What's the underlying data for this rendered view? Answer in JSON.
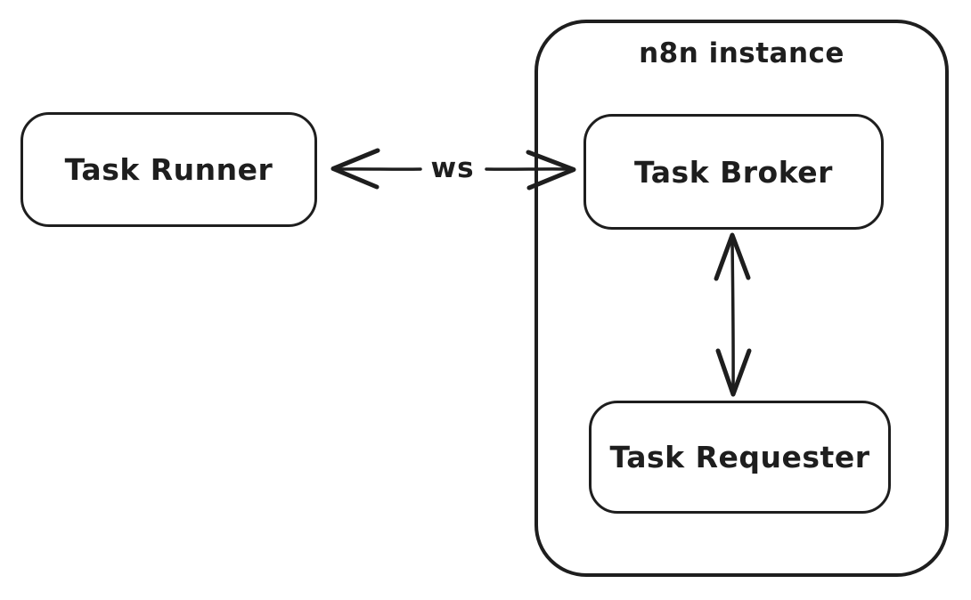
{
  "diagram": {
    "background_color": "#ffffff",
    "stroke_color": "#1e1e1e",
    "nodes": {
      "task_runner": {
        "label": "Task Runner"
      },
      "n8n_instance": {
        "label": "n8n instance"
      },
      "task_broker": {
        "label": "Task Broker"
      },
      "task_requester": {
        "label": "Task Requester"
      }
    },
    "edges": {
      "ws_connection": {
        "label": "ws",
        "type": "bidirectional-arrow",
        "from": "Task Runner",
        "to": "Task Broker"
      },
      "broker_requester": {
        "label": "",
        "type": "bidirectional-arrow",
        "from": "Task Broker",
        "to": "Task Requester"
      }
    }
  }
}
